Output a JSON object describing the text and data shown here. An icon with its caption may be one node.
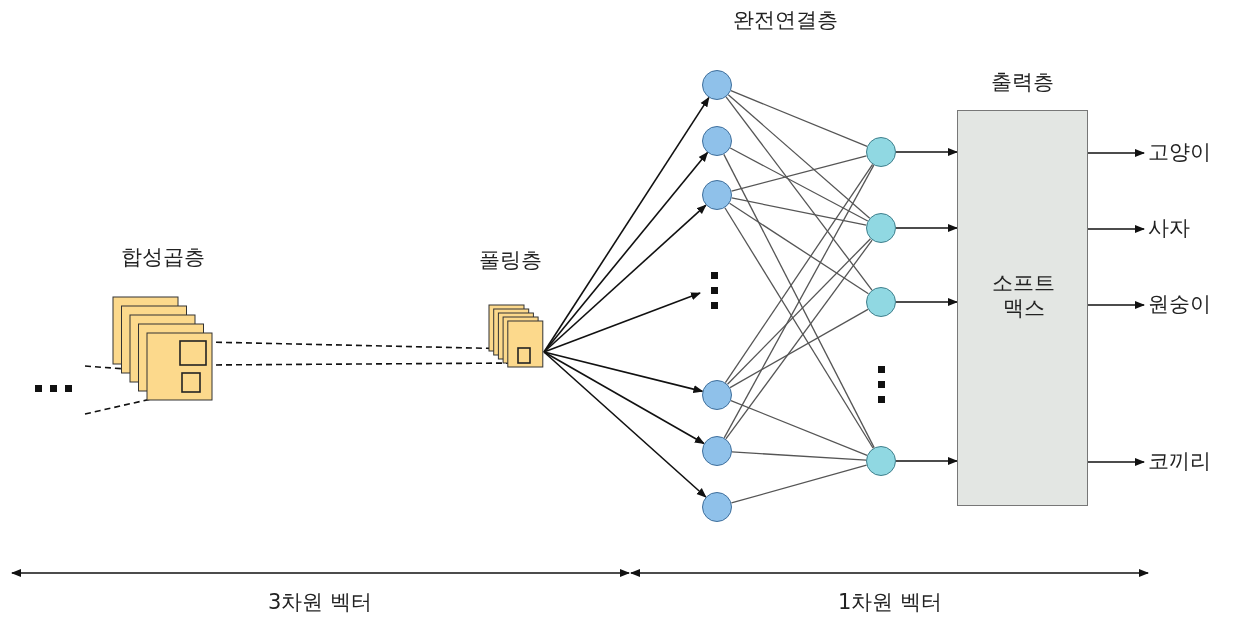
{
  "diagram": {
    "nodes": [
      {
        "text": [
          "합성곱층"
        ]
      },
      {
        "text": [
          "풀링층"
        ]
      },
      {
        "text": [],
        "shape": "circle"
      },
      {
        "text": [],
        "shape": "circle"
      },
      {
        "text": [],
        "shape": "circle"
      },
      {
        "text": [],
        "shape": "dots"
      },
      {
        "text": [],
        "shape": "circle"
      },
      {
        "text": [],
        "shape": "circle"
      },
      {
        "text": [],
        "shape": "circle"
      },
      {
        "text": [],
        "shape": "circle"
      },
      {
        "text": [],
        "shape": "circle"
      },
      {
        "text": [],
        "shape": "circle"
      },
      {
        "text": [],
        "shape": "circle"
      },
      {
        "text": [
          "출력층",
          "소프트 맥스"
        ]
      },
      {
        "text": [
          "고양이"
        ]
      },
      {
        "text": [
          "사자"
        ]
      },
      {
        "text": [
          "원숭이"
        ]
      },
      {
        "text": [
          "코끼리"
        ]
      }
    ],
    "edges": [
      {
        "from": null,
        "to": 0,
        "arrow": "none",
        "style": "dashed"
      },
      {
        "from": null,
        "to": 0,
        "arrow": "none",
        "style": "dashed"
      },
      {
        "from": 0,
        "to": 1,
        "arrow": "none",
        "style": "dashed"
      },
      {
        "from": 0,
        "to": 1,
        "arrow": "none",
        "style": "dashed"
      },
      {
        "from": 1,
        "to": 2,
        "arrow": "to"
      },
      {
        "from": 1,
        "to": 3,
        "arrow": "to"
      },
      {
        "from": 1,
        "to": 4,
        "arrow": "to"
      },
      {
        "from": 1,
        "to": 5,
        "arrow": "to"
      },
      {
        "from": 1,
        "to": 6,
        "arrow": "to"
      },
      {
        "from": 1,
        "to": 7,
        "arrow": "to"
      },
      {
        "from": 1,
        "to": 8,
        "arrow": "to"
      },
      {
        "from": 2,
        "to": 9,
        "arrow": "none"
      },
      {
        "from": 2,
        "to": 10,
        "arrow": "none"
      },
      {
        "from": 2,
        "to": 11,
        "arrow": "none"
      },
      {
        "from": 3,
        "to": 10,
        "arrow": "none"
      },
      {
        "from": 3,
        "to": 12,
        "arrow": "none"
      },
      {
        "from": 4,
        "to": 9,
        "arrow": "none"
      },
      {
        "from": 4,
        "to": 10,
        "arrow": "none"
      },
      {
        "from": 4,
        "to": 11,
        "arrow": "none"
      },
      {
        "from": 4,
        "to": 12,
        "arrow": "none"
      },
      {
        "from": 6,
        "to": 9,
        "arrow": "none"
      },
      {
        "from": 6,
        "to": 10,
        "arrow": "none"
      },
      {
        "from": 6,
        "to": 11,
        "arrow": "none"
      },
      {
        "from": 6,
        "to": 12,
        "arrow": "none"
      },
      {
        "from": 7,
        "to": 9,
        "arrow": "none"
      },
      {
        "from": 7,
        "to": 10,
        "arrow": "none"
      },
      {
        "from": 7,
        "to": 12,
        "arrow": "none"
      },
      {
        "from": 8,
        "to": 12,
        "arrow": "none"
      },
      {
        "from": 9,
        "to": 13,
        "arrow": "to"
      },
      {
        "from": 10,
        "to": 13,
        "arrow": "to"
      },
      {
        "from": 11,
        "to": 13,
        "arrow": "to"
      },
      {
        "from": 12,
        "to": 13,
        "arrow": "to"
      },
      {
        "from": 13,
        "to": 14,
        "arrow": "to"
      },
      {
        "from": 13,
        "to": 15,
        "arrow": "to"
      },
      {
        "from": 13,
        "to": 16,
        "arrow": "to"
      },
      {
        "from": 13,
        "to": 17,
        "arrow": "to"
      }
    ],
    "labels": [
      "완전연결층",
      "3차원 벡터",
      "1차원 벡터"
    ]
  }
}
